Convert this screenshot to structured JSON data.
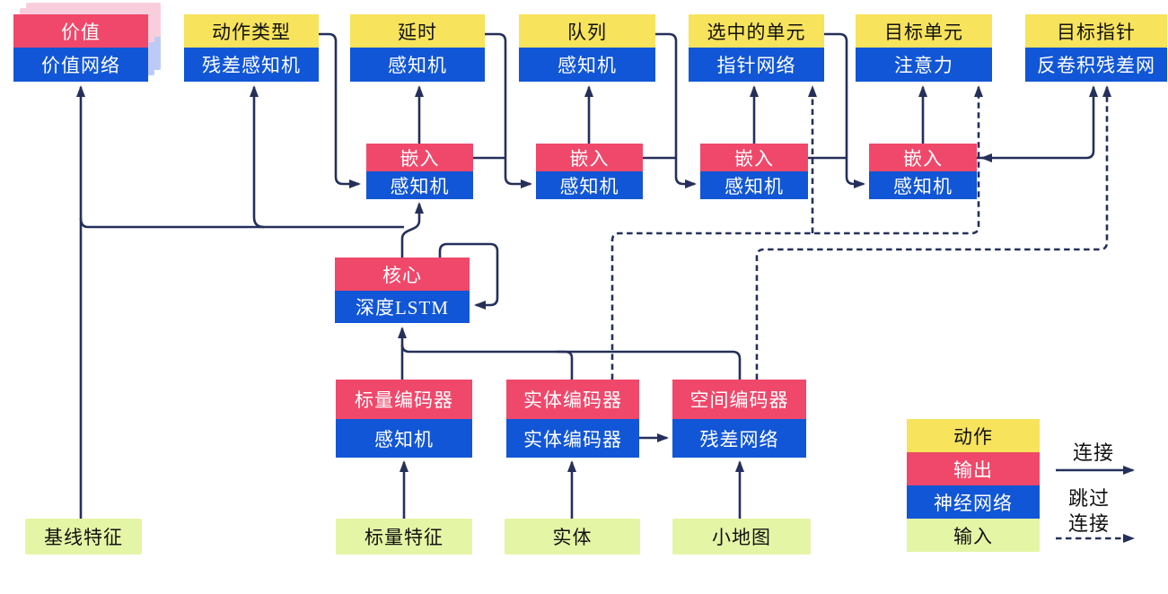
{
  "colors": {
    "action_yellow": "#F7E35C",
    "output_pink": "#F0486B",
    "network_blue": "#1156D6",
    "input_green": "#E5F5A6",
    "wire_navy": "#25305A",
    "ghost_pink": "#F9CEDC",
    "ghost_blue": "#BCCBF5"
  },
  "nodes": {
    "value": {
      "top": "价值",
      "bottom": "价值网络"
    },
    "action_type": {
      "top": "动作类型",
      "bottom": "残差感知机"
    },
    "delay": {
      "top": "延时",
      "bottom": "感知机"
    },
    "queue": {
      "top": "队列",
      "bottom": "感知机"
    },
    "selected_units": {
      "top": "选中的单元",
      "bottom": "指针网络"
    },
    "target_unit": {
      "top": "目标单元",
      "bottom": "注意力"
    },
    "target_point": {
      "top": "目标指针",
      "bottom": "反卷积残差网"
    },
    "embed1": {
      "top": "嵌入",
      "bottom": "感知机"
    },
    "embed2": {
      "top": "嵌入",
      "bottom": "感知机"
    },
    "embed3": {
      "top": "嵌入",
      "bottom": "感知机"
    },
    "embed4": {
      "top": "嵌入",
      "bottom": "感知机"
    },
    "core": {
      "top": "核心",
      "bottom": "深度LSTM"
    },
    "scalar_encoder": {
      "top": "标量编码器",
      "bottom": "感知机"
    },
    "entity_encoder": {
      "top": "实体编码器",
      "bottom": "实体编码器"
    },
    "spatial_encoder": {
      "top": "空间编码器",
      "bottom": "残差网络"
    },
    "baseline_features": {
      "label": "基线特征"
    },
    "scalar_features": {
      "label": "标量特征"
    },
    "entities": {
      "label": "实体"
    },
    "minimap": {
      "label": "小地图"
    }
  },
  "legend": {
    "rows": [
      {
        "label": "动作"
      },
      {
        "label": "输出"
      },
      {
        "label": "神经网络"
      },
      {
        "label": "输入"
      }
    ],
    "connection_label": "连接",
    "skip_line1": "跳过",
    "skip_line2": "连接"
  }
}
